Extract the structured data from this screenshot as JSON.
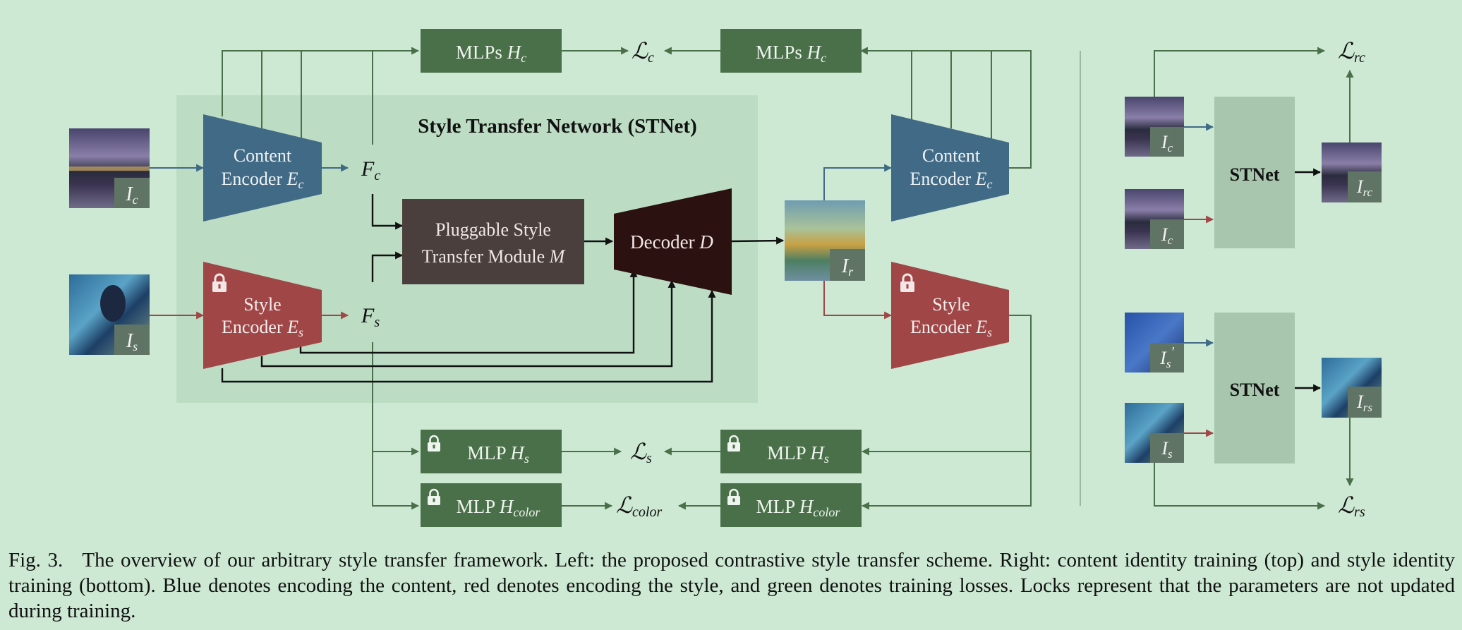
{
  "stnet_panel": {
    "title": "Style Transfer Network (STNet)"
  },
  "modules": {
    "content_encoder": {
      "line1": "Content",
      "line2": "Encoder",
      "sym": "E",
      "sub": "c"
    },
    "style_encoder": {
      "line1": "Style",
      "line2": "Encoder",
      "sym": "E",
      "sub": "s"
    },
    "pluggable": {
      "line1": "Pluggable Style",
      "line2": "Transfer Module",
      "sym": "M"
    },
    "decoder": {
      "label": "Decoder",
      "sym": "D"
    },
    "mlps_hc": {
      "text": "MLPs",
      "sym": "H",
      "sub": "c"
    },
    "mlp_hs": {
      "text": "MLP",
      "sym": "H",
      "sub": "s"
    },
    "mlp_hcolor": {
      "text": "MLP",
      "sym": "H",
      "sub": "color"
    }
  },
  "features": {
    "fc": {
      "sym": "F",
      "sub": "c"
    },
    "fs": {
      "sym": "F",
      "sub": "s"
    }
  },
  "images": {
    "ic": {
      "sym": "I",
      "sub": "c"
    },
    "is": {
      "sym": "I",
      "sub": "s"
    },
    "ir": {
      "sym": "I",
      "sub": "r"
    },
    "is_prime": {
      "sym": "I",
      "sub": "s",
      "prime": "′"
    },
    "irc": {
      "sym": "I",
      "sub": "rc"
    },
    "irs": {
      "sym": "I",
      "sub": "rs"
    }
  },
  "losses": {
    "lc": {
      "sym": "ℒ",
      "sub": "c"
    },
    "ls": {
      "sym": "ℒ",
      "sub": "s"
    },
    "lcolor": {
      "sym": "ℒ",
      "sub": "color"
    },
    "lrc": {
      "sym": "ℒ",
      "sub": "rc"
    },
    "lrs": {
      "sym": "ℒ",
      "sub": "rs"
    }
  },
  "right_panel": {
    "stnet_label": "STNet"
  },
  "caption": {
    "fig": "Fig. 3.",
    "text": "The overview of our arbitrary style transfer framework. Left: the proposed contrastive style transfer scheme. Right: content identity training (top) and style identity training (bottom). Blue denotes encoding the content, red denotes encoding the style, and green denotes training losses. Locks represent that the parameters are not updated during training."
  },
  "colors": {
    "background": "#cde9d3",
    "panel": "#bcdcc4",
    "content_blue": "#416a86",
    "style_red": "#a04646",
    "loss_green": "#4a7049",
    "module_dark": "#4a3f3d",
    "decoder": "#2b1110",
    "stnet_box": "#a8c5ad",
    "image_label_bg": "#5f7465"
  },
  "icons": [
    "lock-icon",
    "arrow-icon"
  ]
}
